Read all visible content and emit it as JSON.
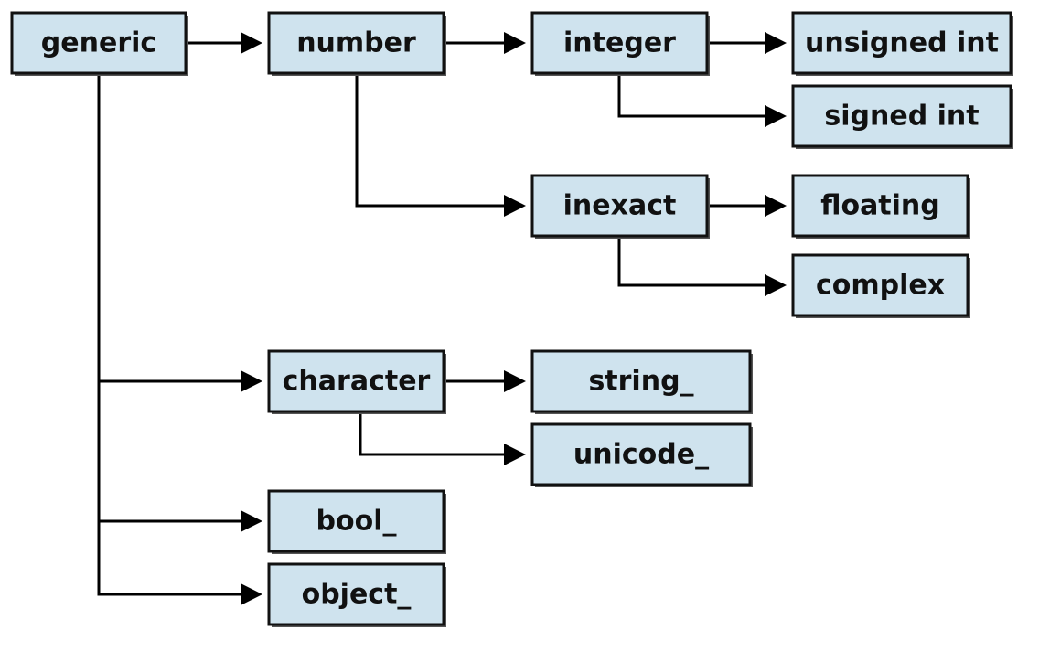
{
  "nodes": {
    "generic": "generic",
    "number": "number",
    "integer": "integer",
    "unsigned_int": "unsigned int",
    "signed_int": "signed int",
    "inexact": "inexact",
    "floating": "floating",
    "complex": "complex",
    "character": "character",
    "string": "string_",
    "unicode": "unicode_",
    "bool": "bool_",
    "object": "object_"
  },
  "edges": [
    {
      "from": "generic",
      "to": "number"
    },
    {
      "from": "generic",
      "to": "character"
    },
    {
      "from": "generic",
      "to": "bool"
    },
    {
      "from": "generic",
      "to": "object"
    },
    {
      "from": "number",
      "to": "integer"
    },
    {
      "from": "number",
      "to": "inexact"
    },
    {
      "from": "integer",
      "to": "unsigned_int"
    },
    {
      "from": "integer",
      "to": "signed_int"
    },
    {
      "from": "inexact",
      "to": "floating"
    },
    {
      "from": "inexact",
      "to": "complex"
    },
    {
      "from": "character",
      "to": "string"
    },
    {
      "from": "character",
      "to": "unicode"
    }
  ],
  "colors": {
    "box_fill": "#cfe3ee",
    "box_border": "#111111",
    "connector": "#000000"
  }
}
